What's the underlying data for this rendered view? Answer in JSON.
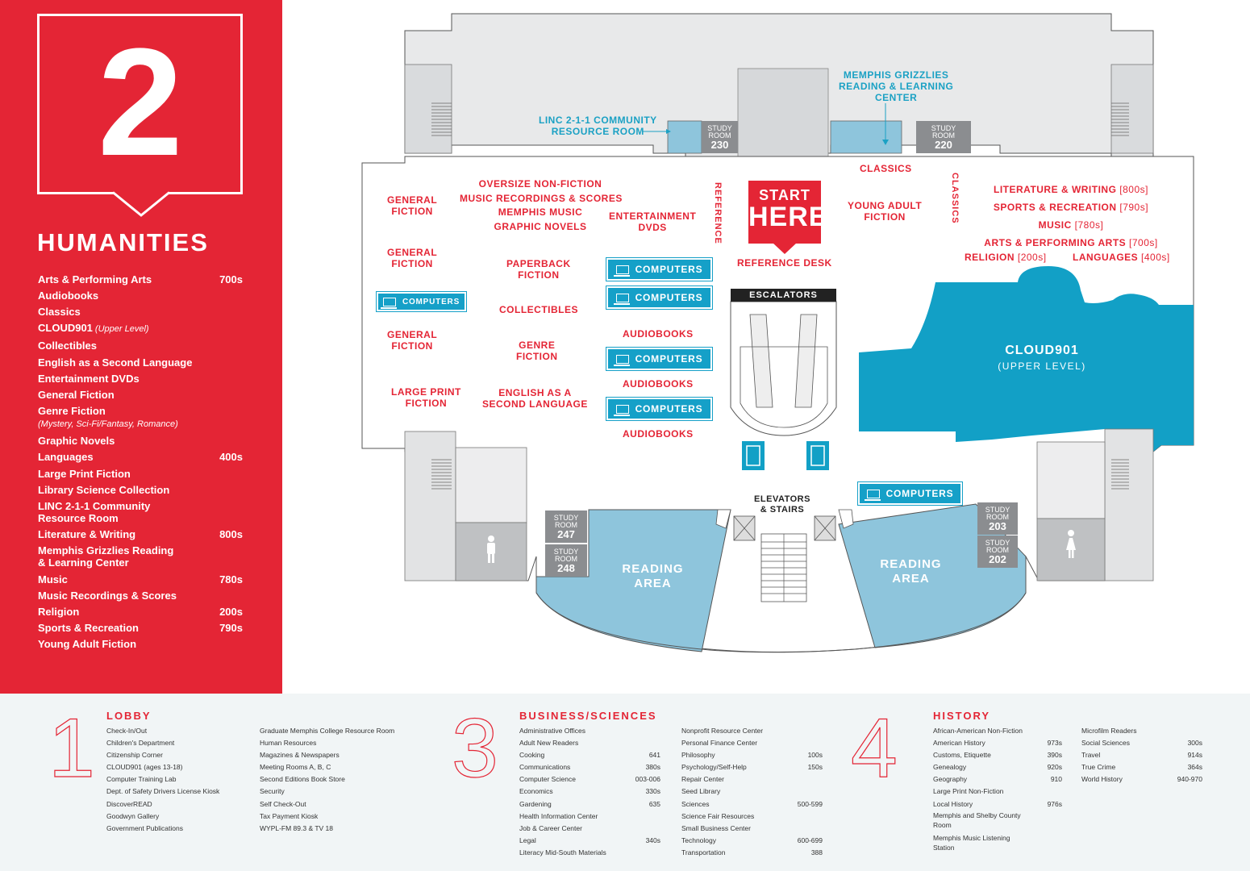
{
  "sidebar": {
    "floor_number": "2",
    "title": "HUMANITIES",
    "items": [
      {
        "name": "Arts & Performing Arts",
        "code": "700s"
      },
      {
        "name": "Audiobooks",
        "code": ""
      },
      {
        "name": "Classics",
        "code": ""
      },
      {
        "name": "CLOUD901",
        "sub": "(Upper Level)",
        "code": ""
      },
      {
        "name": "Collectibles",
        "code": ""
      },
      {
        "name": "English as a Second Language",
        "code": ""
      },
      {
        "name": "Entertainment DVDs",
        "code": ""
      },
      {
        "name": "General Fiction",
        "code": ""
      },
      {
        "name": "Genre Fiction",
        "sub2": "(Mystery, Sci-Fi/Fantasy, Romance)",
        "code": ""
      },
      {
        "name": "Graphic Novels",
        "code": ""
      },
      {
        "name": "Languages",
        "code": "400s"
      },
      {
        "name": "Large Print Fiction",
        "code": ""
      },
      {
        "name": "Library Science Collection",
        "code": ""
      },
      {
        "name": "LINC 2-1-1 Community",
        "name2": "Resource Room",
        "code": ""
      },
      {
        "name": "Literature & Writing",
        "code": "800s"
      },
      {
        "name": "Memphis Grizzlies Reading",
        "name2": "& Learning Center",
        "code": ""
      },
      {
        "name": "Music",
        "code": "780s"
      },
      {
        "name": "Music Recordings & Scores",
        "code": ""
      },
      {
        "name": "Religion",
        "code": "200s"
      },
      {
        "name": "Sports & Recreation",
        "code": "790s"
      },
      {
        "name": "Young Adult Fiction",
        "code": ""
      }
    ]
  },
  "map": {
    "linc": [
      "LINC 2-1-1 COMMUNITY",
      "RESOURCE  ROOM"
    ],
    "grizzlies": [
      "MEMPHIS GRIZZLIES",
      "READING & LEARNING",
      "CENTER"
    ],
    "study_rooms": {
      "label": [
        "STUDY",
        "ROOM"
      ],
      "r230": "230",
      "r220": "220",
      "r247": "247",
      "r248": "248",
      "r203": "203",
      "r202": "202"
    },
    "general_fiction_1": [
      "GENERAL",
      "FICTION"
    ],
    "general_fiction_2": [
      "GENERAL",
      "FICTION"
    ],
    "general_fiction_3": [
      "GENERAL",
      "FICTION"
    ],
    "large_print": [
      "LARGE PRINT",
      "FICTION"
    ],
    "center_list": [
      "OVERSIZE NON-FICTION",
      "MUSIC RECORDINGS & SCORES",
      "MEMPHIS MUSIC",
      "GRAPHIC NOVELS"
    ],
    "paperback": [
      "PAPERBACK",
      "FICTION"
    ],
    "collectibles": "COLLECTIBLES",
    "genre": [
      "GENRE",
      "FICTION"
    ],
    "esl": [
      "ENGLISH AS A",
      "SECOND LANGUAGE"
    ],
    "ent_dvds": [
      "ENTERTAINMENT",
      "DVDS"
    ],
    "audiobooks": "AUDIOBOOKS",
    "computers": "COMPUTERS",
    "reference_vert": "REFERENCE",
    "start": "START",
    "here": "HERE",
    "reference_desk": "REFERENCE DESK",
    "classics": "CLASSICS",
    "classics_vert": "CLASSICS",
    "young_adult": [
      "YOUNG ADULT",
      "FICTION"
    ],
    "right_list": [
      {
        "name": "LITERATURE & WRITING",
        "code": "[800s]"
      },
      {
        "name": "SPORTS & RECREATION",
        "code": "[790s]"
      },
      {
        "name": "MUSIC",
        "code": "[780s]"
      },
      {
        "name": "ARTS & PERFORMING ARTS",
        "code": "[700s]"
      }
    ],
    "religion": {
      "name": "RELIGION",
      "code": "[200s]"
    },
    "languages": {
      "name": "LANGUAGES",
      "code": "[400s]"
    },
    "escalators": "ESCALATORS",
    "cloud": "CLOUD901",
    "cloud_sub": "(UPPER LEVEL)",
    "elevators": [
      "ELEVATORS",
      "& STAIRS"
    ],
    "reading": [
      "READING",
      "AREA"
    ]
  },
  "floors": [
    {
      "num": "1",
      "title": "LOBBY",
      "col1": [
        "Check-In/Out",
        "Children's Department",
        "Citizenship Corner",
        "CLOUD901 (ages 13-18)",
        "Computer Training Lab",
        "Dept. of Safety Drivers License Kiosk",
        "DiscoverREAD",
        "Goodwyn Gallery",
        "Government Publications"
      ],
      "col2": [
        "Graduate Memphis College Resource Room",
        "Human Resources",
        "Magazines & Newspapers",
        "Meeting Rooms A, B, C",
        "Second Editions Book Store",
        "Security",
        "Self Check-Out",
        "Tax Payment Kiosk",
        "WYPL-FM 89.3 & TV 18"
      ]
    },
    {
      "num": "3",
      "title": "BUSINESS/SCIENCES",
      "col1": [
        [
          "Administrative Offices",
          ""
        ],
        [
          "Adult New Readers",
          ""
        ],
        [
          "Cooking",
          "641"
        ],
        [
          "Communications",
          "380s"
        ],
        [
          "Computer Science",
          "003-006"
        ],
        [
          "Economics",
          "330s"
        ],
        [
          "Gardening",
          "635"
        ],
        [
          "Health Information Center",
          ""
        ],
        [
          "Job & Career Center",
          ""
        ],
        [
          "Legal",
          "340s"
        ],
        [
          "Literacy Mid-South Materials",
          ""
        ]
      ],
      "col2": [
        [
          "Nonprofit Resource Center",
          ""
        ],
        [
          "Personal Finance Center",
          ""
        ],
        [
          "Philosophy",
          "100s"
        ],
        [
          "Psychology/Self-Help",
          "150s"
        ],
        [
          "Repair Center",
          ""
        ],
        [
          "Seed Library",
          ""
        ],
        [
          "Sciences",
          "500-599"
        ],
        [
          "Science Fair Resources",
          ""
        ],
        [
          "Small Business Center",
          ""
        ],
        [
          "Technology",
          "600-699"
        ],
        [
          "Transportation",
          "388"
        ]
      ]
    },
    {
      "num": "4",
      "title": "HISTORY",
      "col1": [
        [
          "African-American Non-Fiction",
          ""
        ],
        [
          "American History",
          "973s"
        ],
        [
          "Customs, Etiquette",
          "390s"
        ],
        [
          "Genealogy",
          "920s"
        ],
        [
          "Geography",
          "910"
        ],
        [
          "Large Print Non-Fiction",
          ""
        ],
        [
          "Local History",
          "976s"
        ],
        [
          "Memphis and Shelby County Room",
          ""
        ],
        [
          "Memphis Music Listening Station",
          ""
        ]
      ],
      "col2": [
        [
          "Microfilm Readers",
          ""
        ],
        [
          "Social Sciences",
          "300s"
        ],
        [
          "Travel",
          "914s"
        ],
        [
          "True Crime",
          "364s"
        ],
        [
          "World History",
          "940-970"
        ]
      ]
    }
  ],
  "colors": {
    "red": "#e42535",
    "blue": "#15a0c8",
    "light_blue": "#8ec5dc",
    "gray": "#8b8d90"
  }
}
